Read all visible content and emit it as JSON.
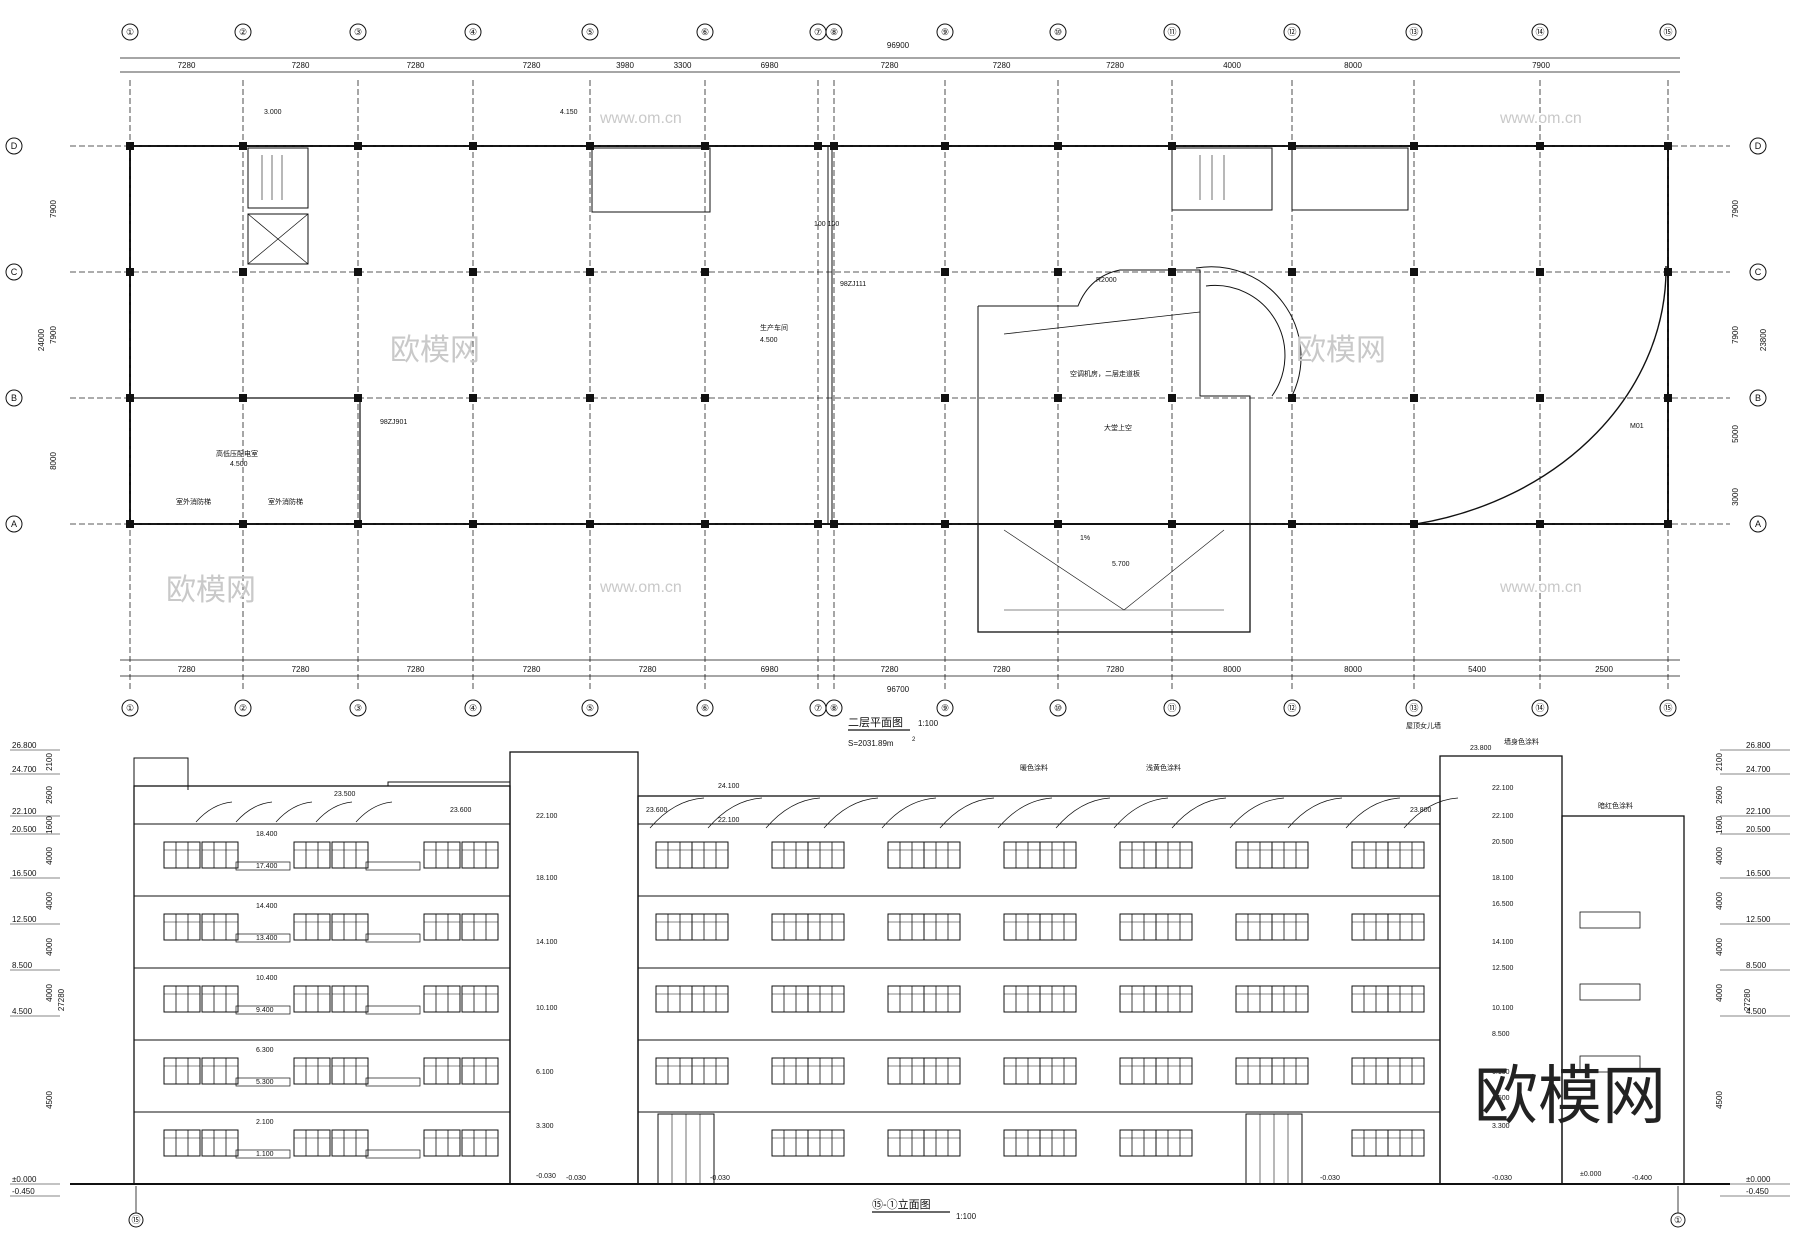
{
  "plan": {
    "title": "二层平面图",
    "scale": "1:100",
    "area": "S=2031.89m",
    "area_sup": "2",
    "axes_x": [
      "①",
      "②",
      "③",
      "④",
      "⑤",
      "⑥",
      "⑦",
      "⑧",
      "⑨",
      "⑩",
      "⑪",
      "⑫",
      "⑬",
      "⑭",
      "⑮"
    ],
    "axes_y": [
      "D",
      "C",
      "B",
      "A"
    ],
    "total_top": "96900",
    "total_bottom": "96700",
    "top_dims": [
      "7280",
      "7280",
      "7280",
      "7280",
      "3980",
      "3300",
      "6980",
      "7280",
      "7280",
      "7280",
      "4000",
      "8000",
      "7900"
    ],
    "bottom_dims": [
      "7280",
      "7280",
      "7280",
      "7280",
      "7280",
      "6980",
      "7280",
      "7280",
      "7280",
      "8000",
      "8000",
      "5400",
      "2500"
    ],
    "left_dims": [
      "7900",
      "7900",
      "8000"
    ],
    "left_total": "24000",
    "right_dims": [
      "7900",
      "7900",
      "5000",
      "3000"
    ],
    "right_total": "23800",
    "labels": [
      {
        "id": "l1",
        "text": "生产车间"
      },
      {
        "id": "l2",
        "text": "4.500"
      },
      {
        "id": "l3",
        "text": "高低压配电室"
      },
      {
        "id": "l4",
        "text": "4.500"
      },
      {
        "id": "l5",
        "text": "室外消防梯"
      },
      {
        "id": "l6",
        "text": "室外消防梯"
      },
      {
        "id": "l7",
        "text": "大堂上空"
      },
      {
        "id": "l8",
        "text": "空调机房，二层走道板"
      },
      {
        "id": "l9",
        "text": "98ZJ111"
      },
      {
        "id": "l10",
        "text": "98ZJ901"
      },
      {
        "id": "l11",
        "text": "R2000"
      },
      {
        "id": "l12",
        "text": "100 100"
      },
      {
        "id": "l13",
        "text": "1%"
      },
      {
        "id": "l14",
        "text": "5.700"
      },
      {
        "id": "l15",
        "text": "M01"
      },
      {
        "id": "l16",
        "text": "3.000"
      },
      {
        "id": "l17",
        "text": "4.150"
      }
    ]
  },
  "elevation": {
    "title": "⑮-①立面图",
    "scale": "1:100",
    "left_axis": "⑮",
    "right_axis": "①",
    "levels": [
      "26.800",
      "24.700",
      "22.100",
      "20.500",
      "16.500",
      "12.500",
      "8.500",
      "4.500",
      "±0.000",
      "-0.450"
    ],
    "floor_labels": [
      "18.400",
      "17.400",
      "14.400",
      "13.400",
      "10.400",
      "9.400",
      "6.300",
      "5.300",
      "2.100",
      "1.100"
    ],
    "roof_labels": [
      "23.500",
      "23.600",
      "24.100",
      "23.600",
      "22.100",
      "23.800",
      "23.800",
      "22.100"
    ],
    "stair_labels": [
      "22.100",
      "18.100",
      "14.100",
      "10.100",
      "6.100",
      "3.300",
      "-0.030"
    ],
    "right_stair_labels": [
      "22.100",
      "20.500",
      "18.100",
      "16.500",
      "14.100",
      "12.500",
      "10.100",
      "8.500",
      "6.100",
      "4.500",
      "3.300",
      "±0.000",
      "-0.400"
    ],
    "notes": [
      "屋顶女儿墙",
      "墙身色涂料",
      "暖色涂料",
      "浅黄色涂料",
      "暗红色涂料"
    ],
    "bottom_labels": [
      "-0.030",
      "-0.030",
      "-0.030",
      "-0.030"
    ],
    "left_dims": [
      "2100",
      "2600",
      "1600",
      "4000",
      "4000",
      "4000",
      "4000",
      "4500"
    ],
    "right_dims": [
      "2100",
      "2600",
      "1600",
      "4000",
      "4000",
      "4000",
      "4000",
      "4500"
    ],
    "left_total": "27280",
    "right_total": "27280"
  },
  "watermark": {
    "brand": "欧模网",
    "url": "www.om.cn"
  }
}
